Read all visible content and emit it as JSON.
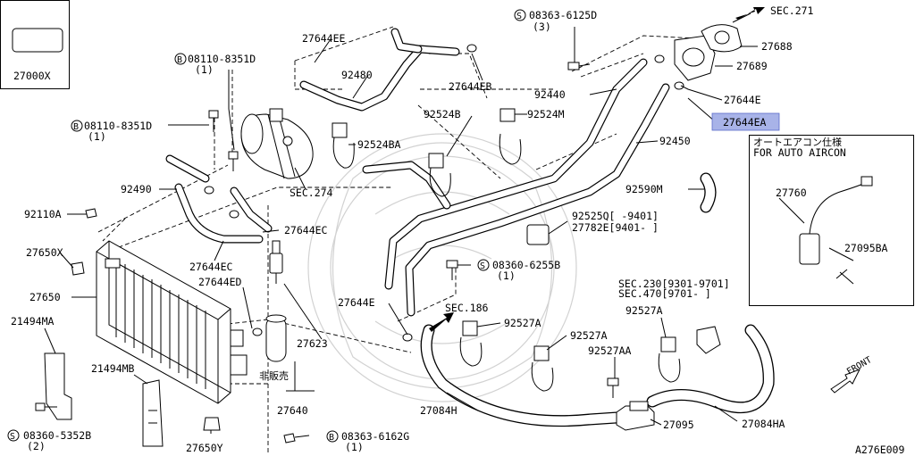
{
  "labels": {
    "p27000x": "27000X",
    "p27644ee": "27644EE",
    "p92480": "92480",
    "bolt_08110_top": "08110-8351D",
    "bolt_08110_top_qty": "(1)",
    "bolt_08110_left": "08110-8351D",
    "bolt_08110_left_qty": "(1)",
    "p92524bA": "92524BA",
    "sec274": "SEC.274",
    "p92490": "92490",
    "p92110a": "92110A",
    "p27644ec_right": "27644EC",
    "p27650x": "27650X",
    "p27644ec_left": "27644EC",
    "p27644ed": "27644ED",
    "p27650": "27650",
    "p21494ma": "21494MA",
    "p21494mb": "21494MB",
    "p27623": "27623",
    "hibaibai": "非販売",
    "p27640": "27640",
    "screw_08360_5352b": "08360-5352B",
    "screw_08360_5352b_qty": "(2)",
    "p27650y": "27650Y",
    "screw_08363_6162g": "08363-6162G",
    "screw_08363_6162g_qty": "(1)",
    "p27644eb": "27644EB",
    "p92524b": "92524B",
    "p92524m": "92524M",
    "screw_08363_6125d": "08363-6125D",
    "screw_08363_6125d_qty": "(3)",
    "sec271": "SEC.271",
    "p27688": "27688",
    "p27689": "27689",
    "p92440": "92440",
    "p27644e_top": "27644E",
    "p27644ea": "27644EA",
    "p92450": "92450",
    "p92590m": "92590M",
    "p92525q": "92525Q[    -9401]",
    "p27782e": "27782E[9401-    ]",
    "screw_08360_6255b": "08360-6255B",
    "screw_08360_6255b_qty": "(1)",
    "p27644e_bottom": "27644E",
    "sec186": "SEC.186",
    "p92527a_1": "92527A",
    "p92527a_2": "92527A",
    "p92527aa": "92527AA",
    "sec230": "SEC.230[9301-9701]",
    "sec470": "SEC.470[9701-    ]",
    "p92527a_3": "92527A",
    "p27084h": "27084H",
    "p27095": "27095",
    "p27084ha": "27084HA",
    "auto_ac_jp": "オートエアコン仕様",
    "auto_ac_en": "FOR AUTO AIRCON",
    "p27760": "27760",
    "p27095ba": "27095BA",
    "front": "FRONT",
    "fig_code": "A276E009",
    "symbol_b": "B",
    "symbol_s": "S"
  }
}
